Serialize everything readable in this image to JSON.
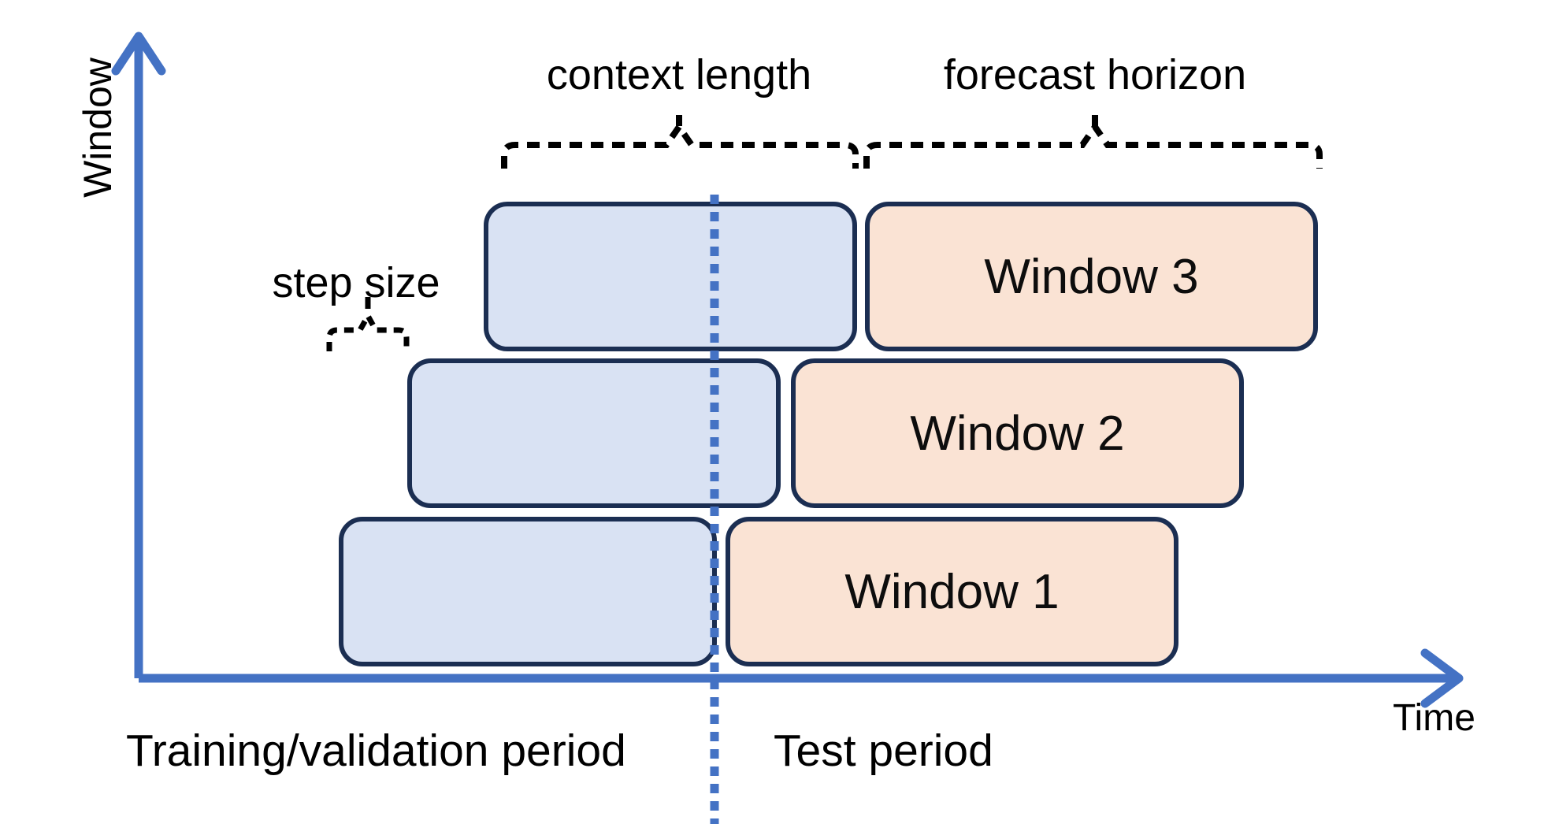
{
  "figure": {
    "y_axis_label": "Window",
    "x_axis_label": "Time",
    "annotations": {
      "context_length": "context length",
      "forecast_horizon": "forecast horizon",
      "step_size": "step size"
    },
    "periods": {
      "training": "Training/validation period",
      "test": "Test period"
    },
    "windows": [
      {
        "label": "Window 1"
      },
      {
        "label": "Window 2"
      },
      {
        "label": "Window 3"
      }
    ],
    "colors": {
      "axis_blue": "#4472C4",
      "divider_blue": "#4472C4",
      "box_border_navy": "#1B2E52",
      "context_fill_blue": "#D9E2F3",
      "forecast_fill_peach": "#FAE3D4",
      "annotation_black": "#000000"
    }
  }
}
